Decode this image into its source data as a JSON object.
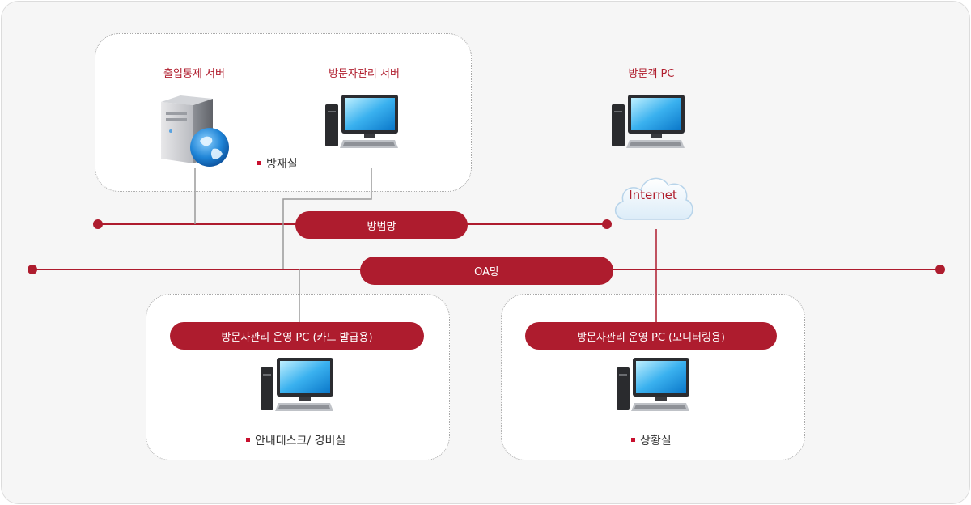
{
  "labels": {
    "access_server": "출입통제 서버",
    "visitor_server": "방문자관리 서버",
    "visitor_pc": "방문객 PC",
    "room_security": "방재실",
    "internet": "Internet",
    "network_security": "방범망",
    "network_oa": "OA망",
    "pc_card": "방문자관리 운영 PC (카드 발급용)",
    "pc_monitor": "방문자관리 운영 PC (모니터링용)",
    "room_desk": "안내데스크/ 경비실",
    "room_control": "상황실"
  },
  "colors": {
    "accent": "#ae1c2e",
    "frame_bg": "#f6f6f6",
    "line_gray": "#9a9a9a"
  },
  "icons": {
    "server": "web-server-globe-icon",
    "computer": "desktop-computer-icon",
    "cloud": "cloud-icon"
  }
}
